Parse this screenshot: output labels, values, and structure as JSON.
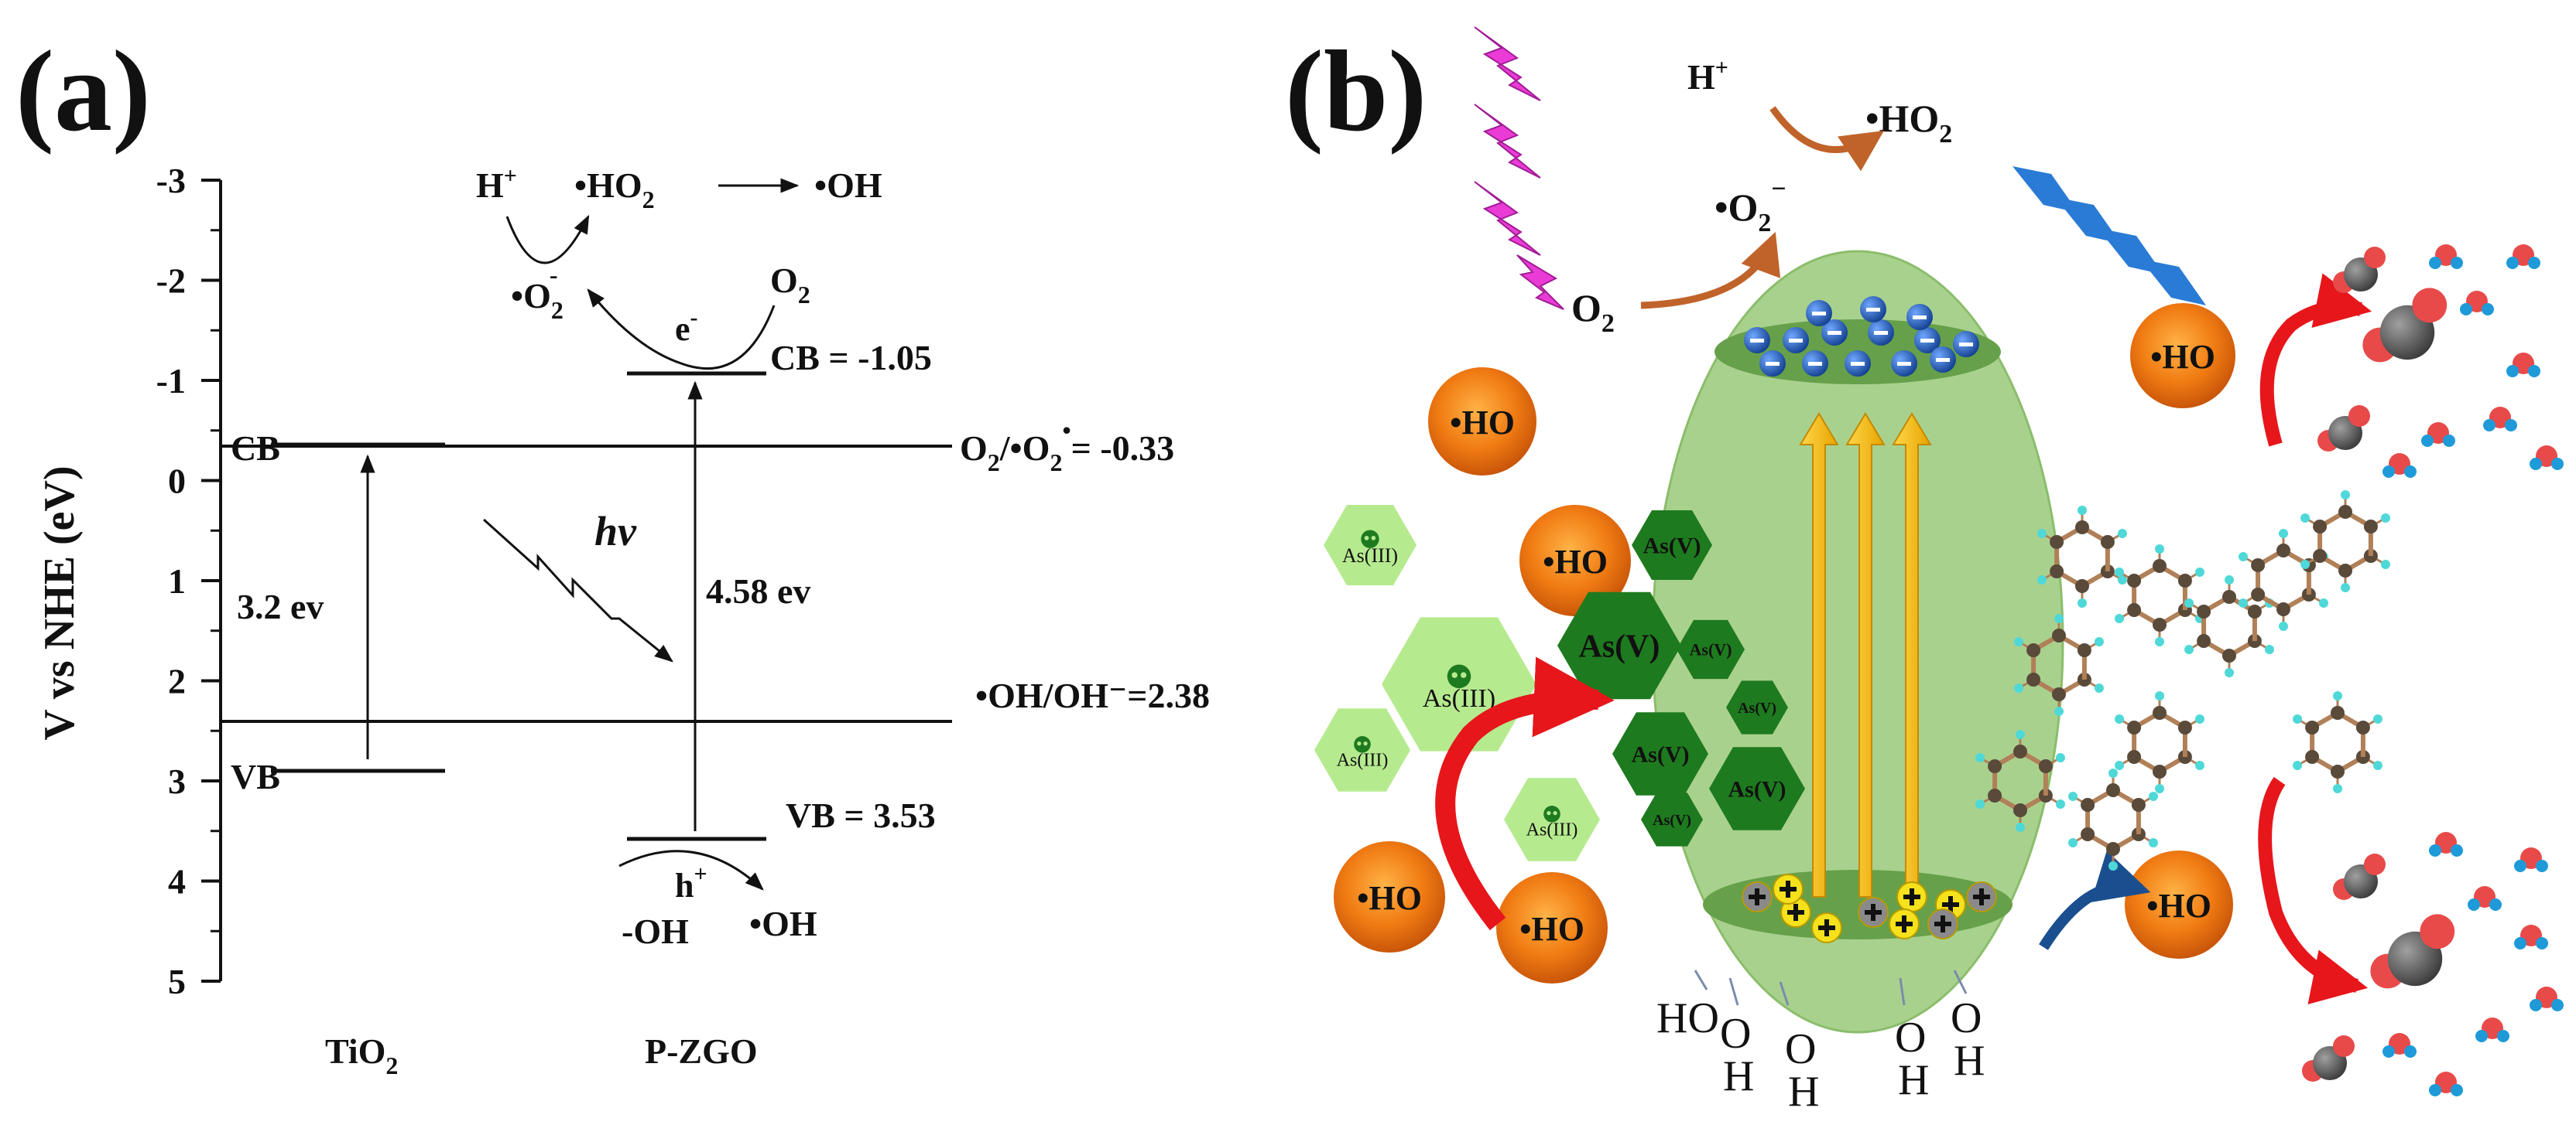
{
  "panel_a": {
    "label": "(a)",
    "y_axis_title": "V vs NHE (eV)",
    "ticks": [
      "-3",
      "-2",
      "-1",
      "0",
      "1",
      "2",
      "3",
      "4",
      "5"
    ],
    "materials": {
      "tio2_base": "TiO",
      "tio2_sub": "2",
      "pzgo": "P-ZGO"
    },
    "tio2": {
      "cb_label": "CB",
      "vb_label": "VB",
      "gap_label": "3.2 ev",
      "cb_value": -0.33,
      "vb_value": 2.85
    },
    "pzgo": {
      "cb_label": "CB = -1.05",
      "vb_label": "VB = 3.53",
      "gap_label": "4.58 ev",
      "cb_value": -1.05,
      "vb_value": 3.53
    },
    "potentials": {
      "o2_a": "O",
      "o2_sub": "2",
      "o2_b": "/•O",
      "o2_sub2": "2",
      "o2_sup": "•",
      "o2_c": "= -0.33",
      "oh_label": "•OH/OH⁻=2.38"
    },
    "photon": "hν",
    "reactions": {
      "h_plus": "H",
      "h_plus_sup": "+",
      "ho2": "•HO",
      "ho2_sub": "2",
      "oh_top": "•OH",
      "o2_radical": "•O",
      "o2_radical_sub": "2",
      "o2_radical_sup": "-",
      "o2": "O",
      "o2_sub": "2",
      "electron": "e",
      "electron_sup": "-",
      "hole": "h",
      "hole_sup": "+",
      "oh_minus": "-OH",
      "oh_bottom": "•OH"
    }
  },
  "panel_b": {
    "label": "(b)",
    "h_plus": "H",
    "h_plus_sup": "+",
    "ho2": "•HO",
    "ho2_sub": "2",
    "o2_radical": "•O",
    "o2_radical_sub": "2",
    "o2_radical_sup": "−",
    "o2": "O",
    "o2_sub": "2",
    "ho_radical": "•HO",
    "as_iii": "As(III)",
    "as_v": "As(V)",
    "hydroxyl_O": "O",
    "hydroxyl_H": "H",
    "hydroxyl_HO": "HO",
    "plus_sign": "+",
    "minus_sign": "−"
  },
  "colors": {
    "electron_blue": "#1f5fbf",
    "hole_yellow": "#f5e11c",
    "ellipse_green": "#a9d18e",
    "arrow_gold": "#f2b400",
    "as_dark": "#1e7a1e",
    "as_light": "#b6ea8f",
    "ho_orange": "#f07a12",
    "arrow_red": "#e6161b",
    "arrow_brown": "#c0632a",
    "arrow_navy": "#1a4f8f",
    "chevron_blue": "#2a7bd6",
    "lightning_pink": "#ea3bd6",
    "hydroxyl_slate": "#7b8cab"
  }
}
